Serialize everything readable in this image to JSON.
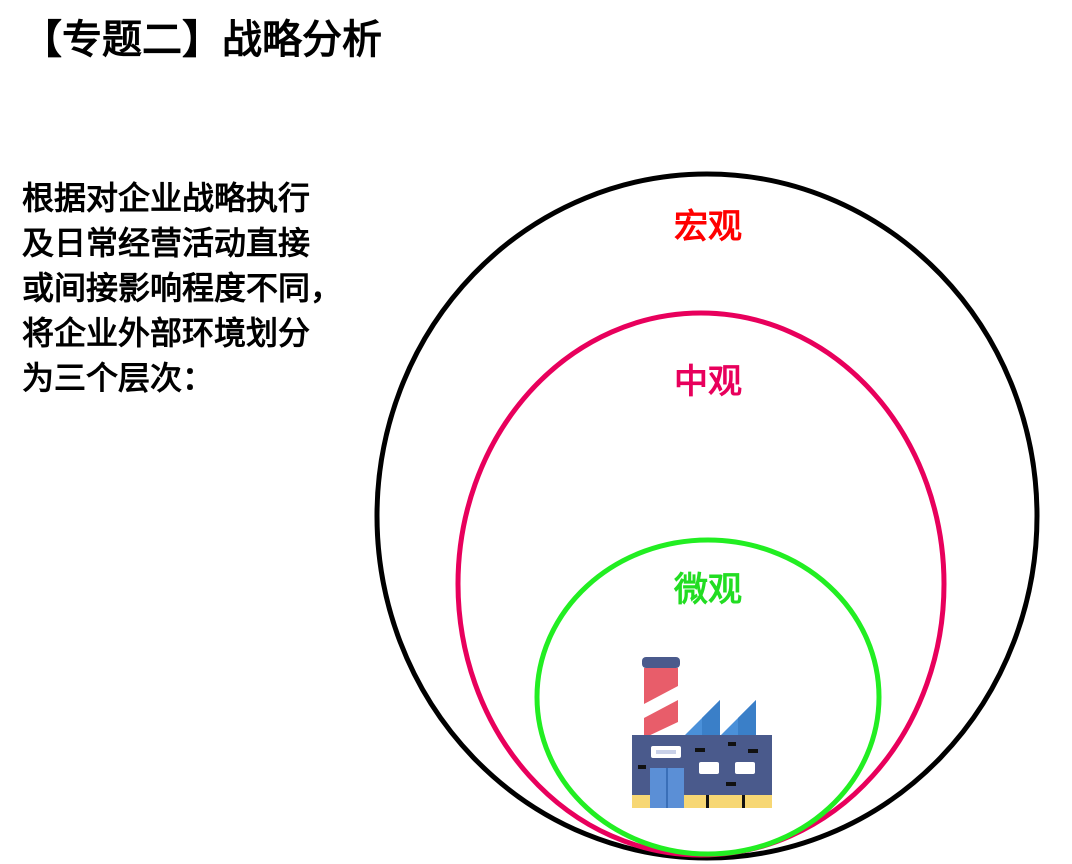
{
  "title": "【专题二】战略分析",
  "description_lines": [
    "根据对企业战略执行",
    "及日常经营活动直接",
    "或间接影响程度不同，",
    "将企业外部环境划分",
    "为三个层次："
  ],
  "levels": [
    {
      "label": "宏观",
      "color": "#ff0000",
      "ring_color": "#000000"
    },
    {
      "label": "中观",
      "color": "#e8005c",
      "ring_color": "#e8005c"
    },
    {
      "label": "微观",
      "color": "#22dd22",
      "ring_color": "#22ee22"
    }
  ],
  "icon": "factory-icon"
}
